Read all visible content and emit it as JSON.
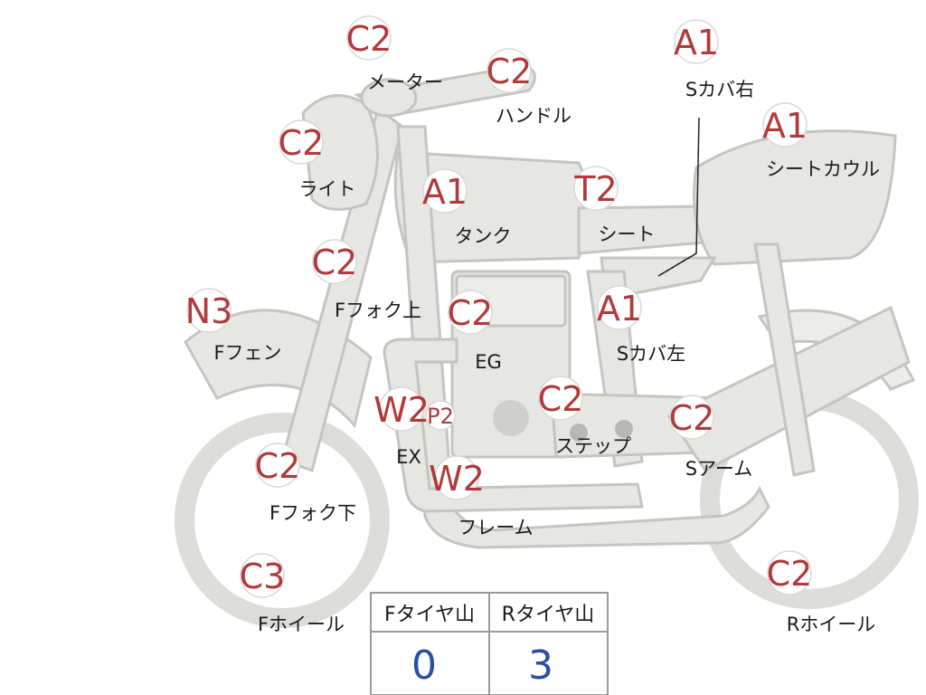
{
  "parts": [
    {
      "id": "meter",
      "label": "メーター",
      "grade": "C2"
    },
    {
      "id": "handle",
      "label": "ハンドル",
      "grade": "C2"
    },
    {
      "id": "light",
      "label": "ライト",
      "grade": "C2"
    },
    {
      "id": "tank",
      "label": "タンク",
      "grade": "A1"
    },
    {
      "id": "seat",
      "label": "シート",
      "grade": "T2"
    },
    {
      "id": "side-cover-right",
      "label": "Sカバ右",
      "grade": "A1"
    },
    {
      "id": "seat-cowl",
      "label": "シートカウル",
      "grade": "A1"
    },
    {
      "id": "front-fork-upper",
      "label": "Fフォク上",
      "grade": "C2"
    },
    {
      "id": "front-fender",
      "label": "Fフェン",
      "grade": "N3"
    },
    {
      "id": "engine",
      "label": "EG",
      "grade": "C2"
    },
    {
      "id": "side-cover-left",
      "label": "Sカバ左",
      "grade": "A1"
    },
    {
      "id": "exhaust",
      "label": "EX",
      "grade": "W2",
      "extra_grade": "P2"
    },
    {
      "id": "step",
      "label": "ステップ",
      "grade": "C2"
    },
    {
      "id": "swing-arm",
      "label": "Sアーム",
      "grade": "C2"
    },
    {
      "id": "front-fork-lower",
      "label": "Fフォク下",
      "grade": "C2"
    },
    {
      "id": "frame",
      "label": "フレーム",
      "grade": "W2"
    },
    {
      "id": "front-wheel",
      "label": "Fホイール",
      "grade": "C3"
    },
    {
      "id": "rear-wheel",
      "label": "Rホイール",
      "grade": "C2"
    }
  ],
  "tread_table": {
    "headers": [
      "Fタイヤ山",
      "Rタイヤ山"
    ],
    "values": [
      "0",
      "3"
    ]
  },
  "colors": {
    "grade_text": "#b03a3a",
    "tread_value": "#2a4fa0",
    "bike_fill": "#e6e6e3",
    "bike_stroke": "#c4c4c1"
  }
}
